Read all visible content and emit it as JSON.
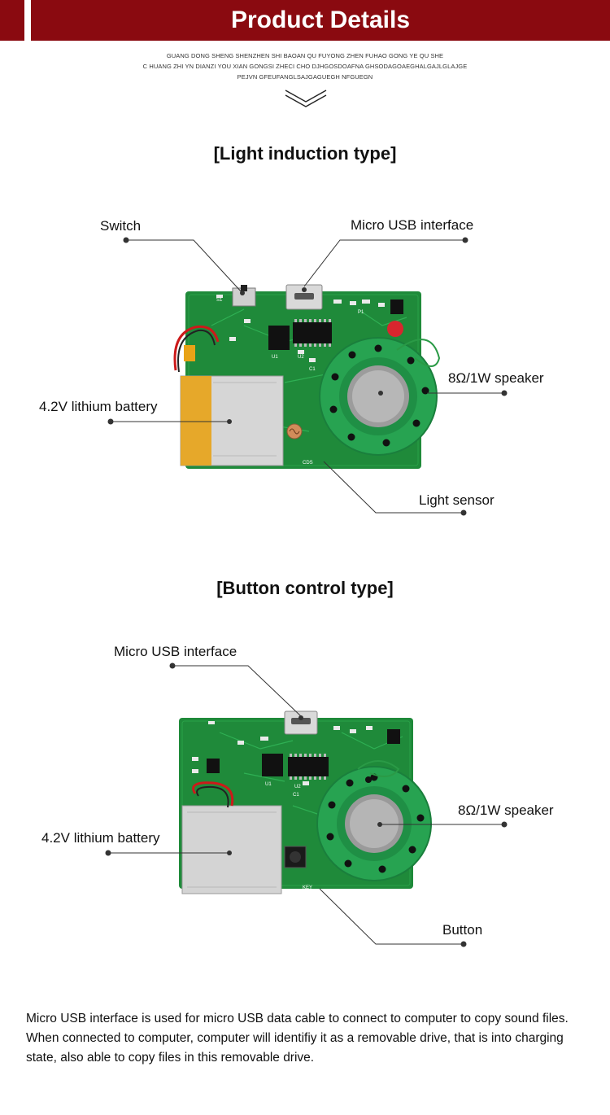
{
  "header": {
    "title": "Product Details",
    "address_lines": [
      "GUANG DONG SHENG SHENZHEN SHI BAOAN QU FUYONG ZHEN  FUHAO GONG YE QU SHE",
      "C HUANG ZHI YN DIANZI YOU XIAN GONGSI  ZHECI CHO DJHGOSDOAFNA GHSODAGOAEGHALGAJLGLAJGE",
      "PEJVN GFEUFANGLSAJGAGUEGH NFGUEGN"
    ]
  },
  "sections": [
    {
      "title": "[Light induction type]",
      "labels": {
        "switch": "Switch",
        "usb": "Micro USB interface",
        "speaker": "8Ω/1W speaker",
        "battery": "4.2V lithium battery",
        "sensor": "Light sensor"
      },
      "board_markings": {
        "s1": "S1",
        "u1": "U1",
        "u2": "U2",
        "c1": "C1",
        "p1": "P1",
        "cds": "CDS"
      }
    },
    {
      "title": "[Button control type]",
      "labels": {
        "usb": "Micro USB interface",
        "speaker": "8Ω/1W speaker",
        "battery": "4.2V lithium battery",
        "button": "Button"
      },
      "board_markings": {
        "u1": "U1",
        "u2": "U2",
        "c1": "C1",
        "key": "KEY"
      }
    }
  ],
  "description": "Micro USB interface is used for micro USB data cable to connect to computer to copy sound files. When connected to computer, computer will identifiy it as a removable drive, that is into charging state, also able to copy files in this removable drive.",
  "colors": {
    "banner": "#8a0a10",
    "pcb": "#1f8a3a",
    "pcb_dark": "#146b2b",
    "speaker": "#27a351",
    "battery_silver": "#d8d8d8",
    "tape": "#e6a21a"
  }
}
